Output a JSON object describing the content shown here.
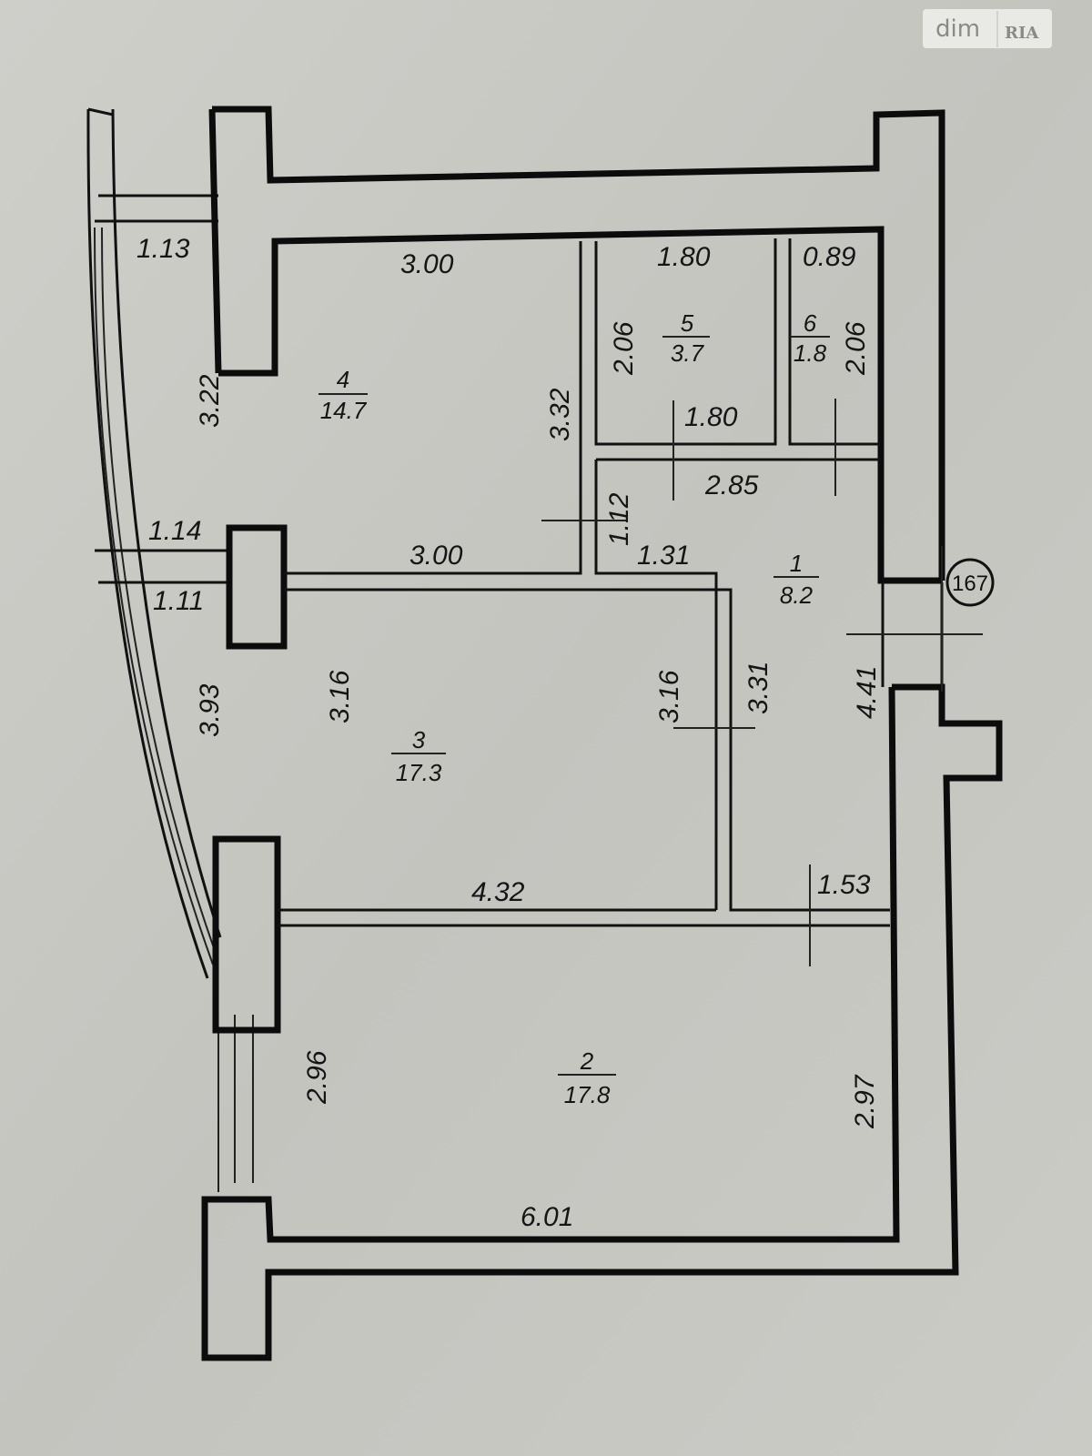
{
  "watermark": {
    "brand": "dim",
    "brand2": "RIA"
  },
  "apartment_number": "167",
  "rooms": [
    {
      "number": "1",
      "area": "8.2"
    },
    {
      "number": "2",
      "area": "17.8"
    },
    {
      "number": "3",
      "area": "17.3"
    },
    {
      "number": "4",
      "area": "14.7"
    },
    {
      "number": "5",
      "area": "3.7"
    },
    {
      "number": "6",
      "area": "1.8"
    }
  ],
  "dimensions": {
    "balcony_top": "1.13",
    "balcony_mid_top": "1.14",
    "balcony_mid_bottom": "1.11",
    "balcony_upper_len": "3.22",
    "balcony_lower_len": "3.93",
    "room4_top": "3.00",
    "room4_height": "3.32",
    "room4_bottom": "3.00",
    "room5_top": "1.80",
    "room5_bottom": "1.80",
    "room5_height": "2.06",
    "room6_top": "0.89",
    "room6_height": "2.06",
    "hall_top": "2.85",
    "hall_narrow": "1.12",
    "hall_mid": "1.31",
    "hall_height": "3.31",
    "hall_total": "4.41",
    "room3_left": "3.16",
    "room3_right": "3.16",
    "room3_bottom": "4.32",
    "hall_bottom": "1.53",
    "room2_left": "2.96",
    "room2_right": "2.97",
    "room2_bottom": "6.01"
  }
}
